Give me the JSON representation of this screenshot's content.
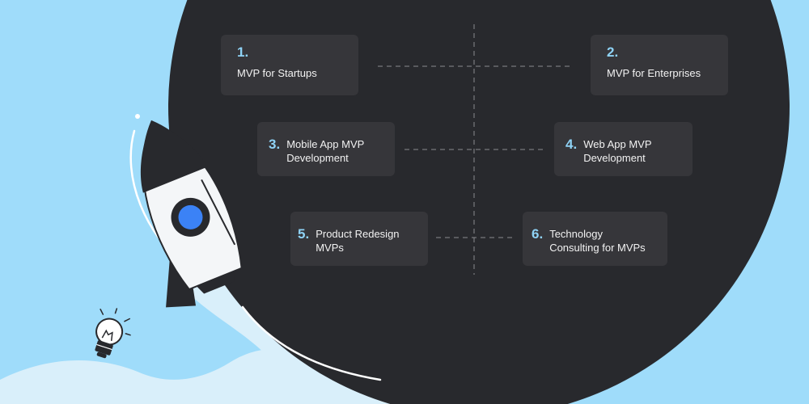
{
  "colors": {
    "background": "#9fdcfa",
    "circle": "#28292d",
    "card": "#36363a",
    "number_accent": "#8fd3f6",
    "rocket_window": "#3b82f6"
  },
  "services": [
    {
      "number": "1.",
      "title": "MVP for Startups"
    },
    {
      "number": "2.",
      "title": "MVP for Enterprises"
    },
    {
      "number": "3.",
      "title": "Mobile App MVP Development"
    },
    {
      "number": "4.",
      "title": "Web App MVP Development"
    },
    {
      "number": "5.",
      "title": "Product Redesign MVPs"
    },
    {
      "number": "6.",
      "title": "Technology Consulting for MVPs"
    }
  ],
  "icons": [
    "rocket-icon",
    "lightbulb-icon"
  ]
}
